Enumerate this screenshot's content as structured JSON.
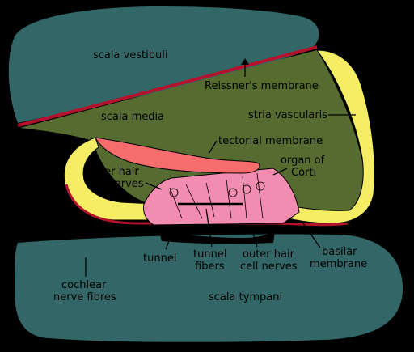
{
  "labels": {
    "scala_vestibuli": "scala vestibuli",
    "reissners_membrane": "Reissner's membrane",
    "scala_media": "scala media",
    "stria_vascularis": "stria vascularis",
    "tectorial_membrane": "tectorial membrane",
    "organ_of_corti": [
      "organ of",
      "Corti"
    ],
    "inner_hair_cell_nerves": [
      "inner hair",
      "cell nerves"
    ],
    "tunnel": "tunnel",
    "tunnel_fibers": [
      "tunnel",
      "fibers"
    ],
    "outer_hair_cell_nerves": [
      "outer hair",
      "cell nerves"
    ],
    "basilar_membrane": [
      "basilar",
      "membrane"
    ],
    "cochlear_nerve_fibres": [
      "cochlear",
      "nerve fibres"
    ],
    "scala_tympani": "scala tympani"
  },
  "colors": {
    "background": "#000000",
    "scala_chambers": "#336666",
    "scala_media": "#556b2f",
    "membrane": "#b5122d",
    "tectorial": "#f76d6d",
    "stria_yellow": "#f5ed64",
    "organ_pink": "#f28cb0"
  }
}
